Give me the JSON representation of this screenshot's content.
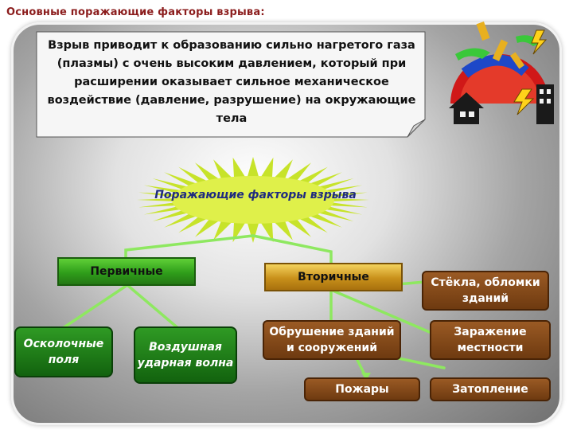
{
  "slide": {
    "title": "Основные поражающие факторы взрыва:"
  },
  "callout": {
    "text": "Взрыв приводит к образованию сильно нагретого газа (плазмы) с очень высоким давлением, который при расширении оказывает сильное механическое воздействие (давление, разрушение) на окружающие тела"
  },
  "diagram": {
    "center_label": "Поражающие факторы взрыва",
    "primary": {
      "label": "Первичные",
      "children": [
        "Осколочные поля",
        "Воздушная ударная волна"
      ]
    },
    "secondary": {
      "label": "Вторичные",
      "children": [
        "Стёкла, обломки зданий",
        "Обрушение зданий и сооружений",
        "Заражение местности",
        "Пожары",
        "Затопление"
      ]
    }
  },
  "colors": {
    "title": "#8b1c1c",
    "connector": "#8ee860",
    "primary_box": "#3aa521",
    "primary_child_box": "#1a7a14",
    "secondary_box": "#d9a52e",
    "secondary_child_box": "#7e4516",
    "burst": "#c7e32a",
    "center_text": "#1e2a80"
  },
  "icons": {
    "illustration": "explosion-house-illustration"
  }
}
